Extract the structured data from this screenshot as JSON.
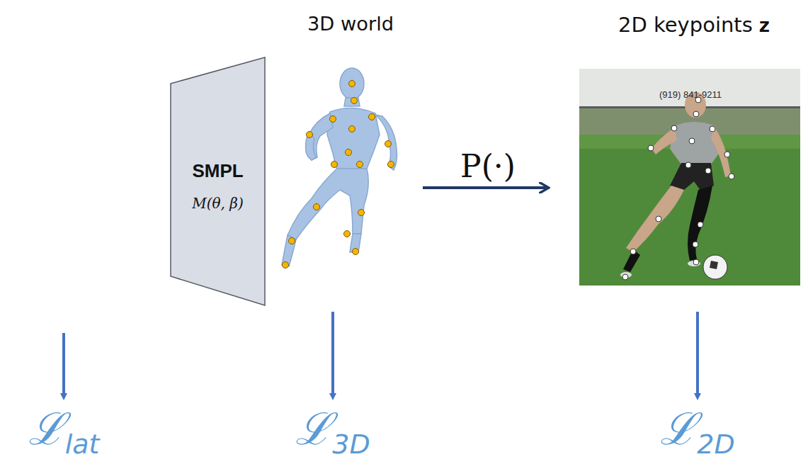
{
  "diagram": {
    "nodes": [
      {
        "text": [
          "SMPL",
          "M(θ, β)"
        ]
      },
      {
        "text": [
          "3D world"
        ]
      },
      {
        "text": [
          "2D keypoints 𝐳"
        ]
      }
    ],
    "edges": [
      {
        "from": 1,
        "to": 2,
        "arrow": "to",
        "label": "P(·)"
      }
    ],
    "labels": [
      "(919) 841-9211",
      "ℒlat",
      "ℒ3D",
      "ℒ2D"
    ]
  }
}
